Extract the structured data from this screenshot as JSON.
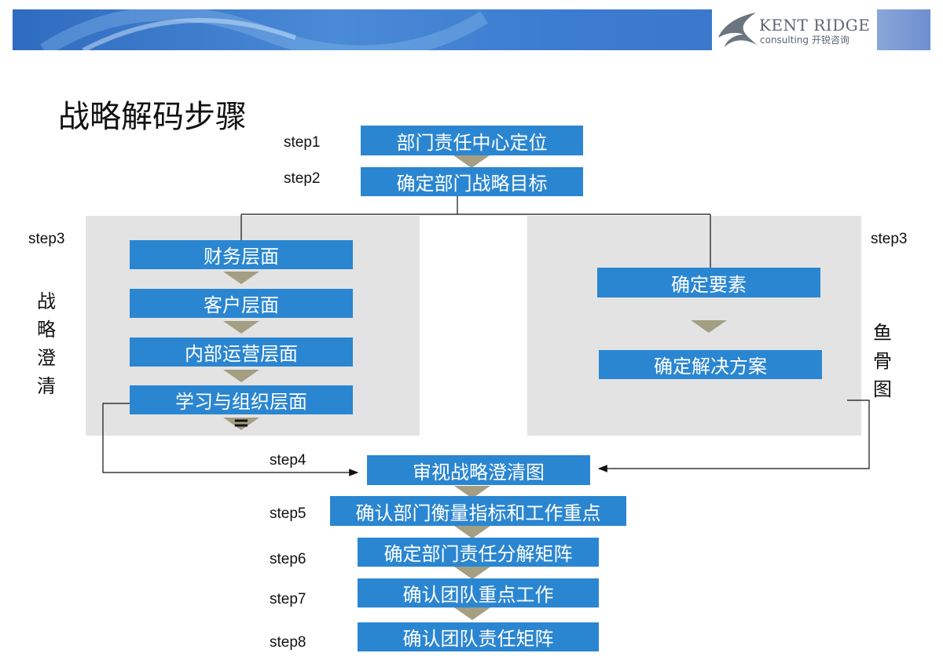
{
  "header": {
    "logo_name": "KENT RIDGE",
    "logo_sub": "consulting 开锐咨询"
  },
  "title": "战略解码步骤",
  "steps": {
    "s1": "step1",
    "s2": "step2",
    "s3_left": "step3",
    "s3_right": "step3",
    "s4": "step4",
    "s5": "step5",
    "s6": "step6",
    "s7": "step7",
    "s8": "step8"
  },
  "boxes": {
    "b1": "部门责任中心定位",
    "b2": "确定部门战略目标",
    "finance": "财务层面",
    "customer": "客户层面",
    "internal": "内部运营层面",
    "learning": "学习与组织层面",
    "elements": "确定要素",
    "solution": "确定解决方案",
    "b4": "审视战略澄清图",
    "b5": "确认部门衡量指标和工作重点",
    "b6": "确定部门责任分解矩阵",
    "b7": "确认团队重点工作",
    "b8": "确认团队责任矩阵"
  },
  "side_labels": {
    "left": [
      "战",
      "略",
      "澄",
      "清"
    ],
    "right": [
      "鱼",
      "骨",
      "图"
    ]
  },
  "equals_sign": "=",
  "colors": {
    "box_blue": "#2b86d1",
    "panel_gray": "#e3e3e3",
    "arrow_tan": "#a49e82",
    "banner_blue": "#3c7cd0"
  }
}
